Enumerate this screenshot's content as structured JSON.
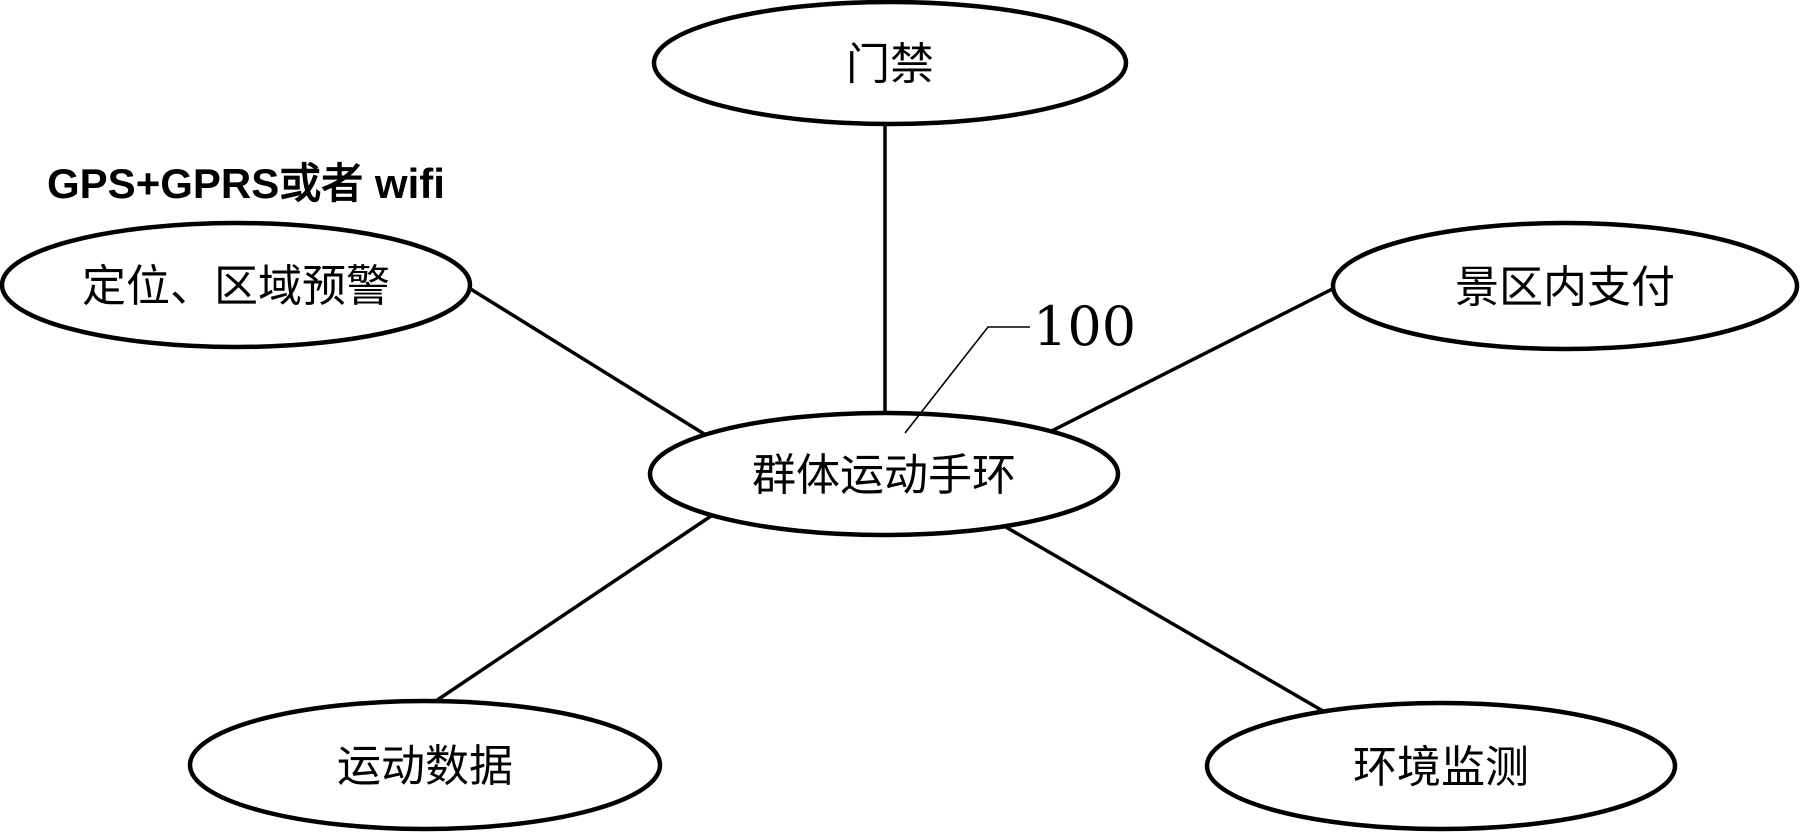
{
  "diagram": {
    "type": "hub-and-spoke",
    "center_node": {
      "id": "center",
      "label": "群体运动手环"
    },
    "nodes": [
      {
        "id": "top",
        "label": "门禁"
      },
      {
        "id": "left",
        "label": "定位、区域预警"
      },
      {
        "id": "right",
        "label": "景区内支付"
      },
      {
        "id": "bottom-left",
        "label": "运动数据"
      },
      {
        "id": "bottom-right",
        "label": "环境监测"
      }
    ],
    "edges": [
      {
        "from": "center",
        "to": "top"
      },
      {
        "from": "center",
        "to": "left"
      },
      {
        "from": "center",
        "to": "right"
      },
      {
        "from": "center",
        "to": "bottom-left"
      },
      {
        "from": "center",
        "to": "bottom-right"
      }
    ],
    "annotation": "GPS+GPRS或者 wifi",
    "reference_label": "100",
    "reference_target": "center"
  },
  "colors": {
    "stroke": "#000000",
    "background": "#ffffff"
  }
}
